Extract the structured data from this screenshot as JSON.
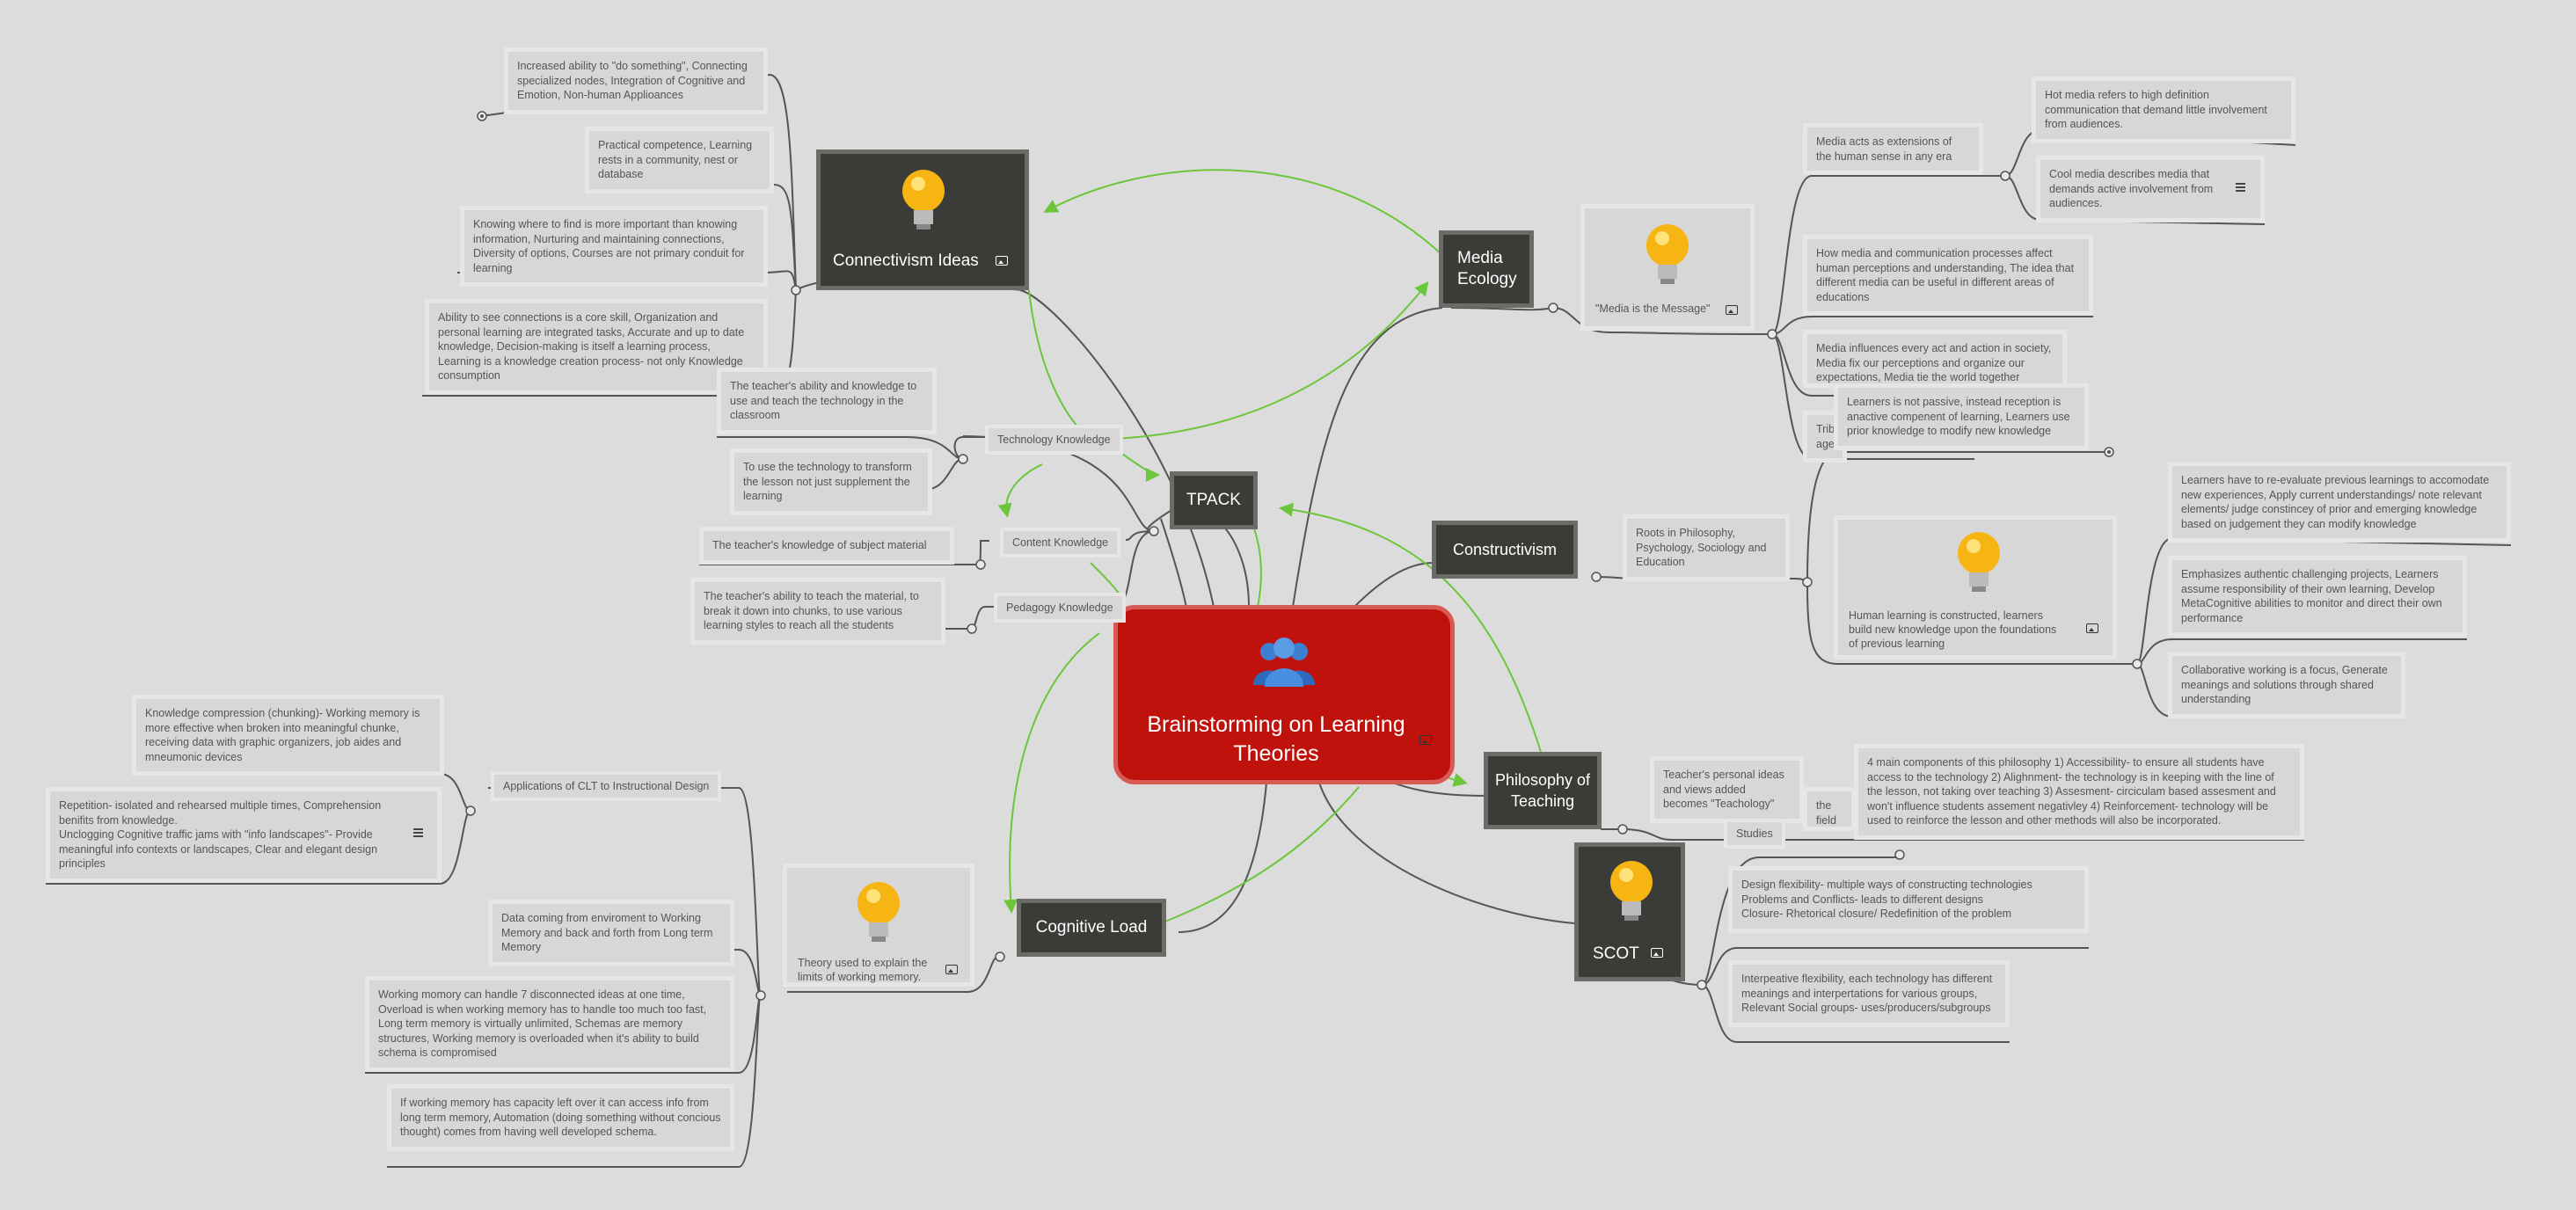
{
  "central": {
    "title": "Brainstorming on Learning Theories",
    "icon": "people-icon"
  },
  "topics": {
    "connectivism": "Connectivism Ideas",
    "media_ecology": "Media Ecology",
    "tpack": "TPACK",
    "constructivism": "Constructivism",
    "philosophy": "Philosophy of Teaching",
    "scot": "SCOT",
    "cognitive_load": "Cognitive Load"
  },
  "connectivism": {
    "notes": [
      "Increased ability to \"do something\", Connecting specialized nodes, Integration of Cognitive and Emotion, Non-human Applioances",
      "Practical competence, Learning rests in a community, nest or database",
      "Knowing where to find is more important than knowing information, Nurturing and maintaining connections, Diversity of options, Courses are not primary conduit for learning",
      "Ability to see connections is a core skill, Organization and personal learning are integrated tasks, Accurate and up to date knowledge, Decision-making is itself a learning process, Learning is a knowledge creation process- not only Knowledge consumption"
    ]
  },
  "tpack": {
    "technology_label": "Technology Knowledge",
    "technology_notes": [
      "The teacher's ability and knowledge to use and teach the technology in the classroom",
      "To use the technology to transform the lesson not just supplement the learning"
    ],
    "content_label": "Content Knowledge",
    "content_note": "The teacher's knowledge of subject material",
    "pedagogy_label": "Pedagogy Knowledge",
    "pedagogy_note": "The teacher's ability to teach the material, to break it down into chunks, to use various learning styles to reach all the students"
  },
  "media_ecology": {
    "image_caption": "\"Media is the Message\"",
    "extension": "Media acts as extensions of the human sense in any era",
    "hot": "Hot media refers to high definition communication that demand little involvement from audiences.",
    "cool": "Cool media describes media that demands active involvement from audiences.",
    "perceptions": "How media and communication processes affect human perceptions and understanding, The idea that different media can be useful in different areas of educations",
    "influences": "Media influences every act and action in society, Media fix our perceptions and organize our expectations, Media tie the world together",
    "tribal_partial": "Trib age"
  },
  "constructivism": {
    "roots": "Roots in Philosophy, Psychology, Sociology and Education",
    "image_caption": "Human learning is constructed, learners build new knowledge upon the foundations of previous learning",
    "passive": "Learners is not passive, instead reception is anactive compenent of learning, Learners use prior knowledge to modify new knowledge",
    "reevaluate": "Learners have to re-evaluate previous learnings to accomodate new experiences, Apply current understandings/ note relevant elements/ judge constincey of prior and emerging knowledge based on judgement they can modify knowledge",
    "authentic": "Emphasizes authentic challenging projects, Learners assume responsibility of their own learning, Develop MetaCognitive abilities to monitor and direct their own performance",
    "collaborative": "Collaborative working is a focus, Generate meanings and solutions through shared understanding"
  },
  "philosophy": {
    "personal": "Teacher's personal ideas and views added becomes \"Teachology\"",
    "partial": "the field echnolo",
    "components": "4 main components of this philosophy 1) Accessibility- to ensure all students have access to the technology 2) Alighnment- the technology is in keeping with the line of the lesson, not taking over teaching 3) Assesment- circiculam based assesment and won't influence students assement negativley 4) Reinforcement- technology will be used to reinforce the lesson and other methods will also be incorporated."
  },
  "scot": {
    "studies": "Studies",
    "design": [
      "Design flexibility- multiple ways of constructing technologies",
      "Problems and Conflicts- leads to different designs",
      "Closure- Rhetorical closure/ Redefinition of the problem"
    ],
    "interpretive": "Interpeative flexibility, each technology has different meanings and interpertations for various groups, Relevant Social groups- uses/producers/subgroups"
  },
  "cognitive_load": {
    "image_caption": "Theory used to explain the limits of working memory.",
    "applications_label": "Applications of CLT to Instructional Design",
    "chunking": "Knowledge compression (chunking)- Working memory is more effective when broken into meaningful chunke, receiving data with graphic organizers, job aides and mneumonic devices",
    "repetition": [
      "Repetition- isolated and rehearsed multiple times, Comprehension benifits from knowledge.",
      "Unclogging Cognitive traffic jams with \"info landscapes\"- Provide meaningful info contexts or landscapes, Clear and elegant design principles"
    ],
    "data_flow": "Data coming from enviroment to Working Memory and back and forth from Long term Memory",
    "working_memory": "Working momory can handle 7 disconnected ideas at one time, Overload is when working memory has to handle too much too fast, Long term memory is virtually unlimited, Schemas are memory structures, Working memory is overloaded when it's ability to build schema is compromised",
    "capacity": "If working memory has capacity left over it can access info from long term memory, Automation (doing something without concious thought) comes from having well developed schema."
  },
  "colors": {
    "background": "#dcdcdc",
    "central": "#c0120c",
    "topic": "#3b3b37",
    "link": "#555555",
    "relation": "#6cc63a"
  }
}
